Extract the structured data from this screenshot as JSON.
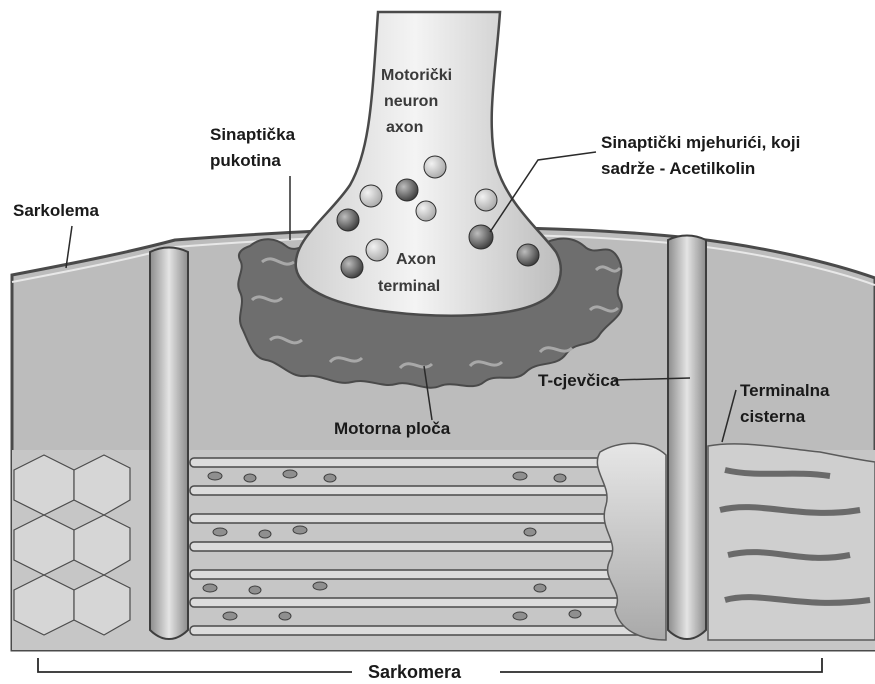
{
  "labels": {
    "motor_neuron_line1": "Motorički",
    "motor_neuron_line2": "neuron",
    "motor_neuron_line3": "axon",
    "synaptic_cleft_line1": "Sinaptička",
    "synaptic_cleft_line2": "pukotina",
    "synaptic_vesicles_line1": "Sinaptički mjehurići, koji",
    "synaptic_vesicles_line2": "sadrže - Acetilkolin",
    "sarcolemma": "Sarkolema",
    "axon_terminal_line1": "Axon",
    "axon_terminal_line2": "terminal",
    "t_tubule": "T-cjevčica",
    "terminal_cisterna_line1": "Terminalna",
    "terminal_cisterna_line2": "cisterna",
    "motor_end_plate": "Motorna ploča",
    "sarcomere": "Sarkomera"
  },
  "colors": {
    "background": "#ffffff",
    "fiber_fill": "#b9b9b9",
    "endplate_fill": "#6f6f6f",
    "axon_fill": "#e2e2e2",
    "vesicle_dark": "#5e5e5e",
    "vesicle_light": "#c9c9c9"
  }
}
